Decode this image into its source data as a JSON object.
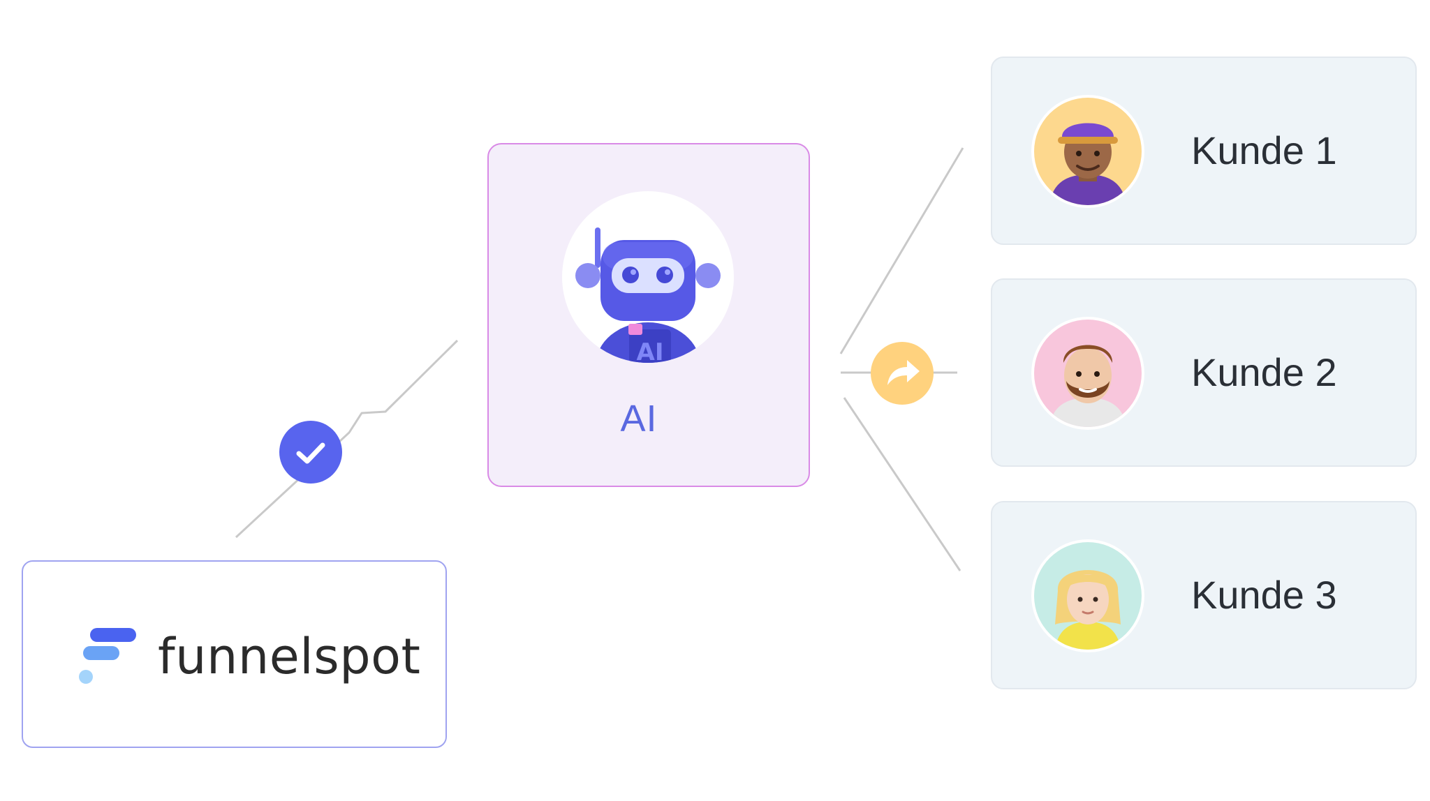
{
  "ai_node": {
    "label": "AI",
    "avatar_icon": "robot-icon"
  },
  "source_node": {
    "brand": "funnelspot",
    "logo_icon": "funnelspot-logo-icon"
  },
  "customers": [
    {
      "name": "Kunde 1",
      "avatar_icon": "man-cap-avatar-icon",
      "bg": "#fdd88e"
    },
    {
      "name": "Kunde 2",
      "avatar_icon": "bearded-man-avatar-icon",
      "bg": "#f8c6dc"
    },
    {
      "name": "Kunde 3",
      "avatar_icon": "blonde-woman-avatar-icon",
      "bg": "#c6ece6"
    }
  ],
  "badges": {
    "verified": {
      "icon": "check-icon",
      "color": "#5864ee"
    },
    "forward": {
      "icon": "share-arrow-icon",
      "color": "#ffd27e"
    }
  },
  "colors": {
    "connector": "#c9c9c9",
    "ai_border": "#d98ae6",
    "ai_bg": "#f4eefa",
    "source_border": "#9fa3f0",
    "customer_bg": "#eef4f8"
  }
}
